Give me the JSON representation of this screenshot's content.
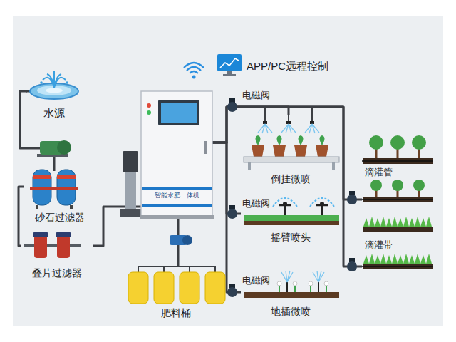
{
  "diagram": {
    "nodes": [
      {
        "text": [
          "水源"
        ]
      },
      {
        "text": [
          "砂石过滤器"
        ]
      },
      {
        "text": [
          "叠片过滤器"
        ]
      },
      {
        "text": [
          "智能水肥一体机"
        ]
      },
      {
        "text": [
          "肥料桶"
        ]
      },
      {
        "text": [
          "APP/PC远程控制"
        ]
      },
      {
        "text": [
          "倒挂微喷"
        ]
      },
      {
        "text": [
          "摇臂喷头"
        ]
      },
      {
        "text": [
          "地插微喷"
        ]
      },
      {
        "text": [
          "滴灌管"
        ]
      },
      {
        "text": [
          "滴灌带"
        ]
      }
    ],
    "edges": [
      {
        "from": 0,
        "to": 1,
        "arrow": "none"
      },
      {
        "from": 1,
        "to": 2,
        "arrow": "none"
      },
      {
        "from": 2,
        "to": 3,
        "arrow": "none"
      },
      {
        "from": 4,
        "to": 3,
        "arrow": "none"
      },
      {
        "from": 3,
        "to": 6,
        "arrow": "none"
      },
      {
        "from": 3,
        "to": 7,
        "arrow": "none"
      },
      {
        "from": 3,
        "to": 8,
        "arrow": "none"
      },
      {
        "from": 3,
        "to": 9,
        "arrow": "none"
      },
      {
        "from": 3,
        "to": 10,
        "arrow": "none"
      }
    ],
    "labels": [
      "电磁阀",
      "电磁阀",
      "电磁阀"
    ]
  }
}
